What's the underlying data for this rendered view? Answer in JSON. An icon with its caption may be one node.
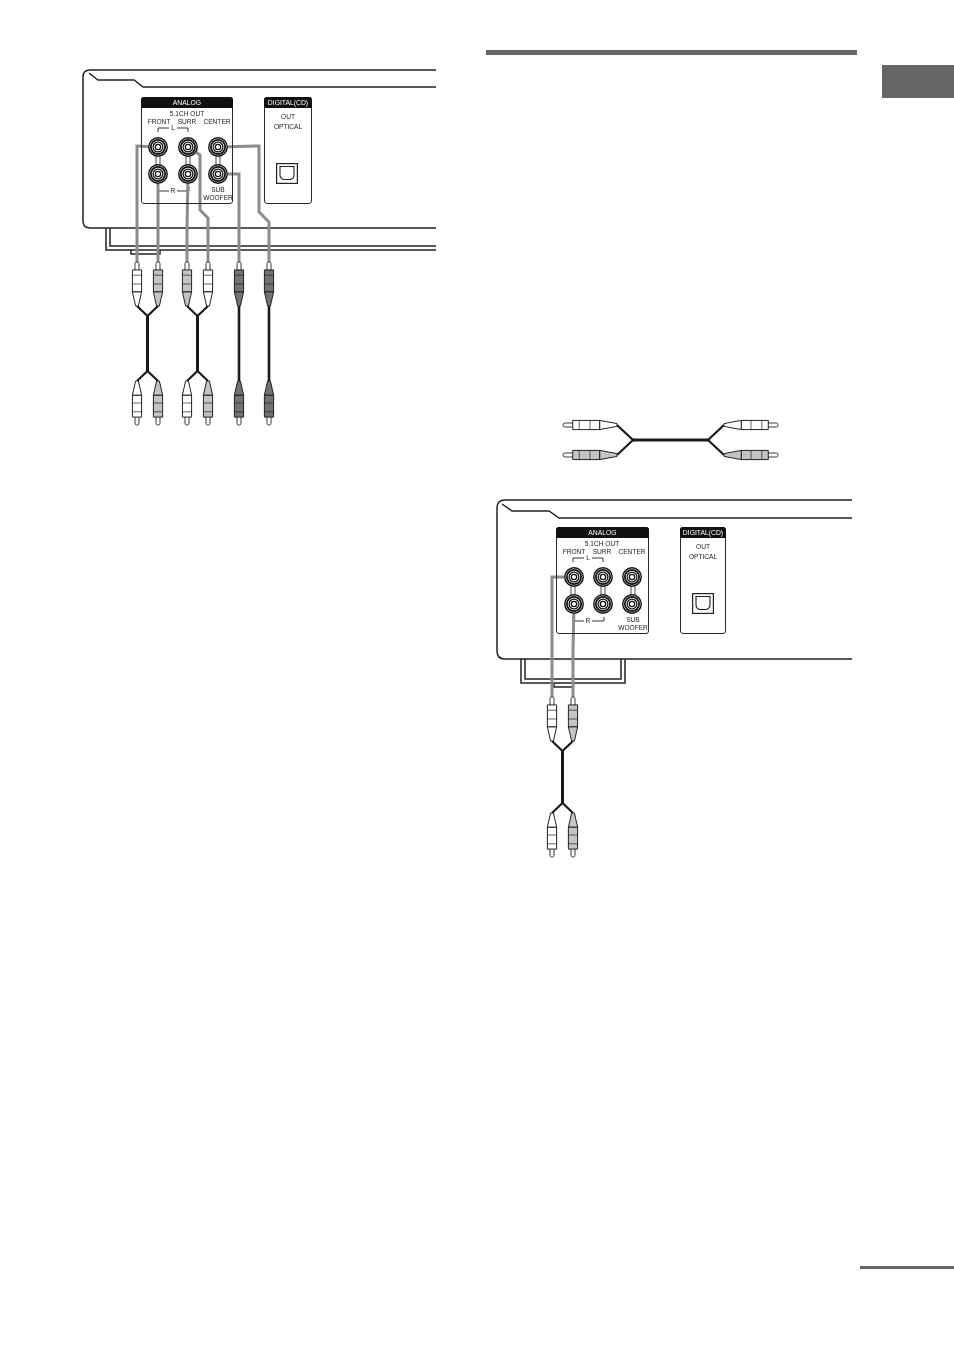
{
  "diagram": {
    "nodes": [
      {
        "text": [
          "ANALOG",
          "5.1CH OUT",
          "FRONT",
          "SURR",
          "CENTER",
          "L",
          "R",
          "SUB WOOFER"
        ]
      },
      {
        "text": [],
        "shape": "circle",
        "in": 0
      },
      {
        "text": [],
        "shape": "circle",
        "in": 0
      },
      {
        "text": [],
        "shape": "circle",
        "in": 0
      },
      {
        "text": [],
        "shape": "circle",
        "in": 0
      },
      {
        "text": [],
        "shape": "circle",
        "in": 0
      },
      {
        "text": [],
        "shape": "circle",
        "in": 0
      },
      {
        "text": [
          "DIGITAL(CD)",
          "OUT OPTICAL"
        ]
      },
      {
        "text": [],
        "shape": "picture"
      },
      {
        "text": [],
        "shape": "picture"
      },
      {
        "text": [],
        "shape": "picture"
      },
      {
        "text": [],
        "shape": "picture"
      },
      {
        "text": [],
        "shape": "picture"
      },
      {
        "text": [
          "ANALOG",
          "5.1CH OUT",
          "FRONT",
          "SURR",
          "CENTER",
          "L",
          "R",
          "SUB WOOFER"
        ]
      },
      {
        "text": [],
        "shape": "circle",
        "in": 13
      },
      {
        "text": [],
        "shape": "circle",
        "in": 13
      },
      {
        "text": [],
        "shape": "circle",
        "in": 13
      },
      {
        "text": [],
        "shape": "circle",
        "in": 13
      },
      {
        "text": [],
        "shape": "circle",
        "in": 13
      },
      {
        "text": [],
        "shape": "circle",
        "in": 13
      },
      {
        "text": [
          "DIGITAL(CD)",
          "OUT OPTICAL"
        ]
      },
      {
        "text": [],
        "shape": "picture"
      }
    ],
    "edges": [
      {
        "from": 1,
        "to": 8,
        "arrow": "none"
      },
      {
        "from": 4,
        "to": 8,
        "arrow": "none"
      },
      {
        "from": 5,
        "to": 9,
        "arrow": "none"
      },
      {
        "from": 2,
        "to": 9,
        "arrow": "none"
      },
      {
        "from": 6,
        "to": 10,
        "arrow": "none"
      },
      {
        "from": 3,
        "to": 11,
        "arrow": "none"
      },
      {
        "from": 14,
        "to": 21,
        "arrow": "none"
      },
      {
        "from": 17,
        "to": 21,
        "arrow": "none"
      }
    ]
  }
}
